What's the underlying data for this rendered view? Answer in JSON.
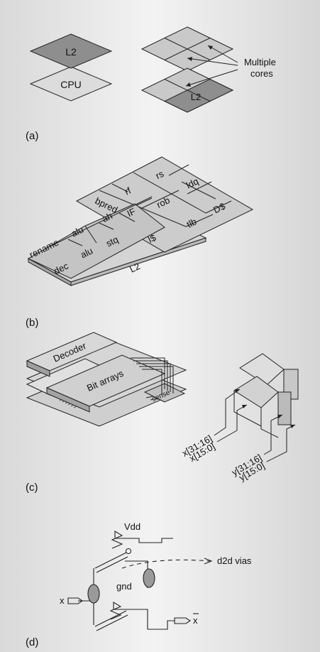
{
  "panels": {
    "a": {
      "tag": "(a)",
      "left_stack": {
        "top": "L2",
        "bottom": "CPU"
      },
      "right_stack": {
        "bottom": "L2"
      },
      "callout": {
        "line1": "Multiple",
        "line2": "cores"
      }
    },
    "b": {
      "tag": "(b)",
      "blocks": {
        "rs": "rs",
        "rf": "rf",
        "ldq": "ldq",
        "bpred": "bpred",
        "rob": "rob",
        "dcache": "D$",
        "alu1": "alu",
        "ah": "ah",
        "if": "IF",
        "tlb": "tlb",
        "rename": "rename",
        "icache": "I$",
        "stq": "stq",
        "alu2": "alu",
        "dec": "dec",
        "l2": "L2"
      }
    },
    "c": {
      "tag": "(c)",
      "decoder": "Decoder",
      "bitarrays": "Bit arrays",
      "sense": "sense",
      "wires": [
        "x[31:16]",
        "x[15:0]",
        "y[31:16]",
        "y[15:0]"
      ]
    },
    "d": {
      "tag": "(d)",
      "vdd": "Vdd",
      "gnd": "gnd",
      "vias": "d2d vias",
      "x": "x",
      "xbar": "x"
    }
  }
}
